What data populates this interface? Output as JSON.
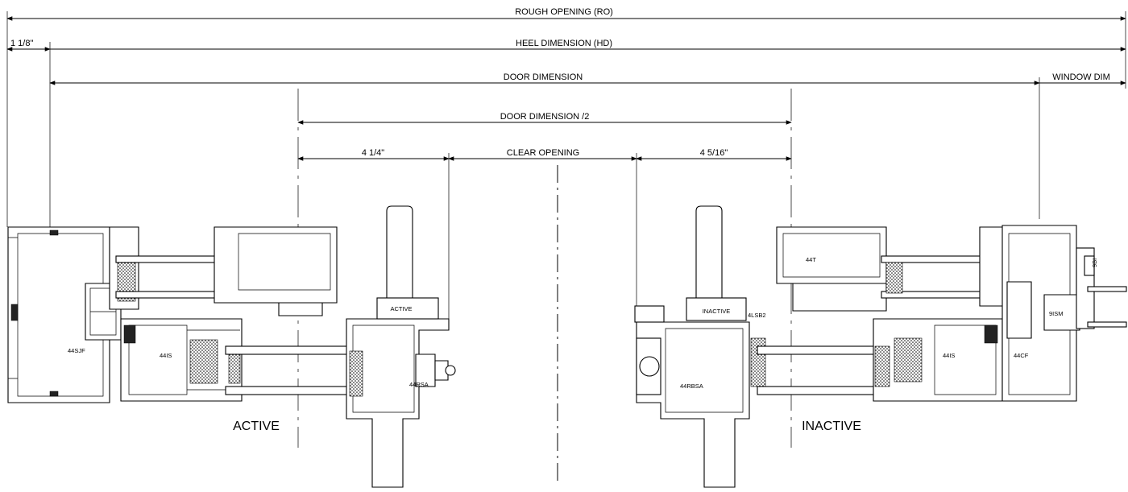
{
  "dimensions": {
    "rough_opening": "ROUGH OPENING (RO)",
    "heel_dimension": "HEEL DIMENSION (HD)",
    "offset": "1 1/8\"",
    "door_dimension": "DOOR DIMENSION",
    "window_dim": "WINDOW DIM",
    "door_half": "DOOR DIMENSION /2",
    "active_offset": "4 1/4\"",
    "clear_opening": "CLEAR OPENING",
    "inactive_offset": "4 5/16\""
  },
  "leaves": {
    "active_label": "ACTIVE",
    "inactive_label": "INACTIVE",
    "active_handle_label": "ACTIVE",
    "inactive_handle_label": "INACTIVE"
  },
  "parts": {
    "jamb_left": "44SJF",
    "stile_left": "44IS",
    "rail_active": "44RSA",
    "rail_inactive": "44RBSA",
    "tube_right": "44T",
    "strike": "4LSB2",
    "stile_right": "44IS",
    "frame_right": "44CF",
    "mullion": "9ISM",
    "bead": "9BI"
  },
  "colors": {
    "line": "#000000",
    "background": "#ffffff"
  }
}
